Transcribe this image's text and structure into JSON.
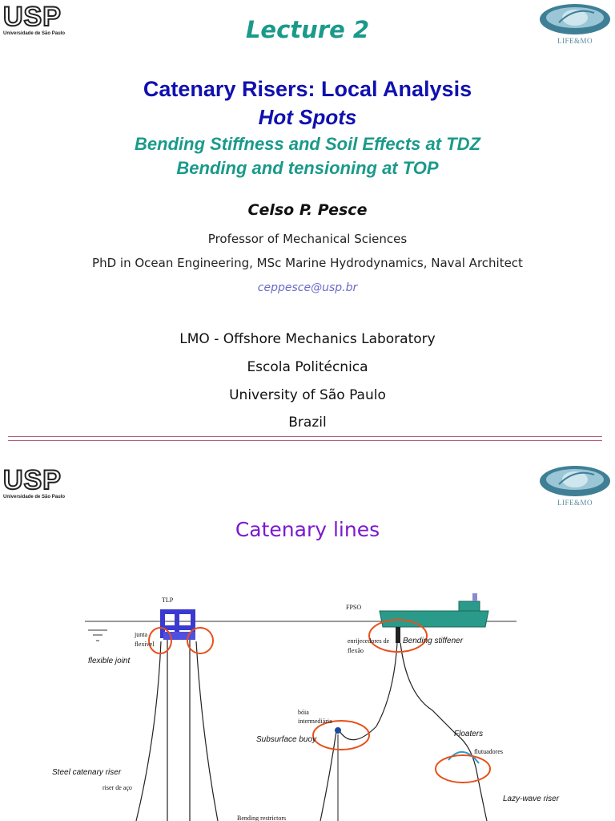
{
  "slide1": {
    "usp_logo": {
      "letters": "USP",
      "subtitle": "Universidade de São Paulo"
    },
    "lmo_logo": {
      "text": "LIFE&MO"
    },
    "lecture": "Lecture 2",
    "title": "Catenary Risers: Local Analysis",
    "subtitle": "Hot Spots",
    "topic_line1": "Bending Stiffness and Soil Effects at TDZ",
    "topic_line2": "Bending and tensioning at TOP",
    "author": "Celso P. Pesce",
    "position": "Professor of Mechanical Sciences",
    "credentials": "PhD in Ocean Engineering, MSc Marine Hydrodynamics, Naval Architect",
    "email": "ceppesce@usp.br",
    "affiliation": [
      "LMO - Offshore Mechanics Laboratory",
      "Escola Politécnica",
      "University of São Paulo",
      "Brazil"
    ]
  },
  "slide2": {
    "usp_logo": {
      "letters": "USP",
      "subtitle": "Universidade de São Paulo"
    },
    "lmo_logo": {
      "text": "LIFE&MO"
    },
    "title": "Catenary lines",
    "diagram": {
      "tlp": "TLP",
      "fpso": "FPSO",
      "junta": "junta",
      "flexivel": "flexível",
      "flexible_joint": "flexible joint",
      "enrijecedores": "enrijecedores de",
      "flexao": "flexão",
      "bending_stiffener": "Bending stiffener",
      "boia": "bóia",
      "intermediaria": "intermediária",
      "subsurface_buoy": "Subsurface buoy",
      "floaters": "Floaters",
      "flutuadores": "flutuadores",
      "steel_catenary_riser": "Steel catenary riser",
      "riser_de_aco": "riser de aço",
      "lazy_wave_riser": "Lazy-wave riser",
      "bending_restrictors": "Bending restrictors"
    },
    "colors": {
      "tlp": "#3a3ad0",
      "fpso": "#2a9a8a",
      "hotspot": "#e8501a",
      "buoy": "#1a4aa0"
    }
  },
  "colors": {
    "lecture": "#1a9a8a",
    "title": "#1010b0",
    "teal": "#1a9a8a",
    "email": "#6a6ac8",
    "slide2_title": "#7a1ad0"
  }
}
